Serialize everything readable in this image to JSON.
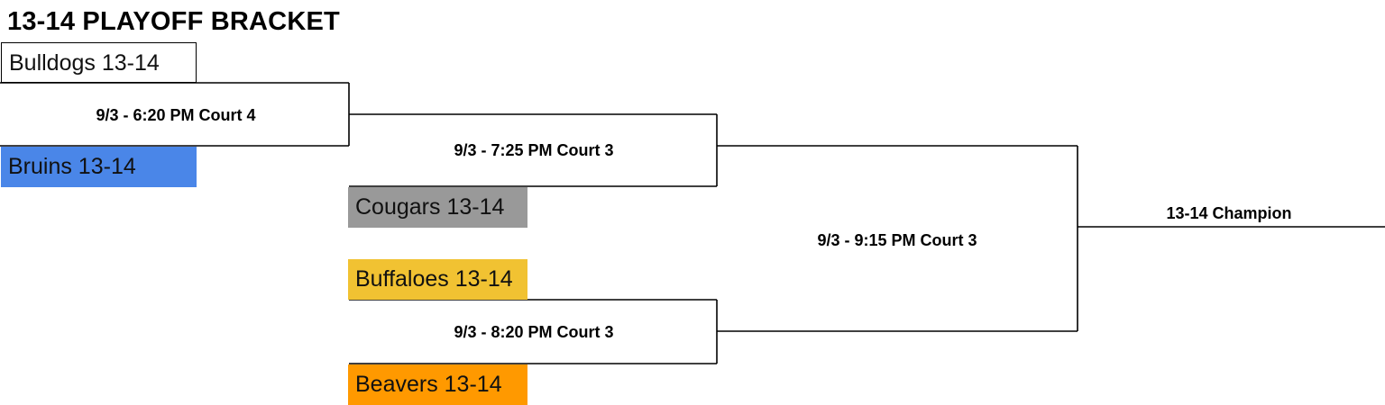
{
  "title": "13-14 PLAYOFF BRACKET",
  "teams": [
    {
      "name": "Bulldogs 13-14",
      "color": "#ffffff"
    },
    {
      "name": "Bruins 13-14",
      "color": "#4a86e8"
    },
    {
      "name": "Cougars 13-14",
      "color": "#999999"
    },
    {
      "name": "Buffaloes 13-14",
      "color": "#f1c232"
    },
    {
      "name": "Beavers 13-14",
      "color": "#ff9900"
    }
  ],
  "games": [
    {
      "label": "9/3 - 6:20 PM Court 4"
    },
    {
      "label": "9/3 - 7:25 PM Court 3"
    },
    {
      "label": "9/3 - 8:20 PM Court 3"
    },
    {
      "label": "9/3 - 9:15 PM Court 3"
    }
  ],
  "champion": {
    "label": "13-14 Champion"
  }
}
